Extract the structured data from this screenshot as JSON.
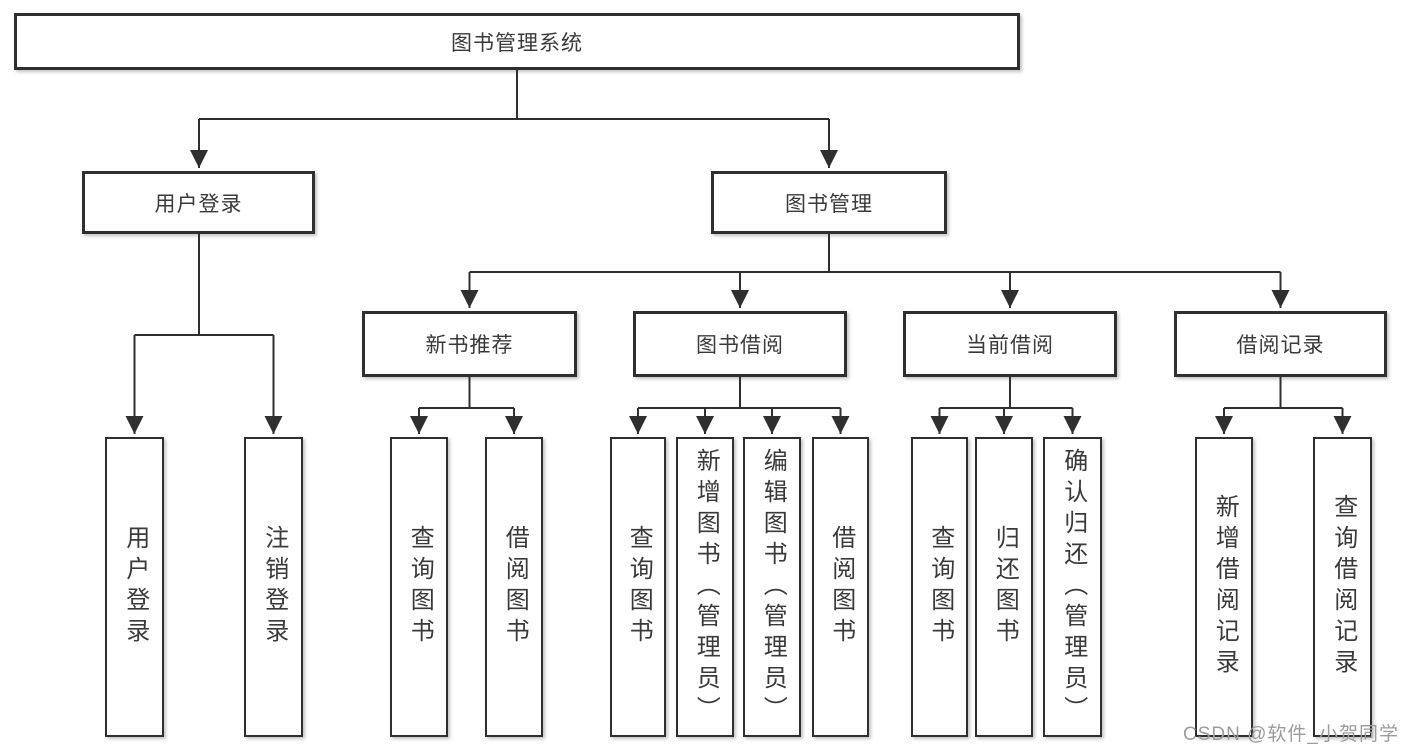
{
  "diagram": {
    "nodes": {
      "root": "图书管理系统",
      "user_login": "用户登录",
      "book_mgmt": "图书管理",
      "new_rec": "新书推荐",
      "book_borrow": "图书借阅",
      "current_borrow": "当前借阅",
      "borrow_records": "借阅记录",
      "leaf_user_login": "用户登录",
      "leaf_logout": "注销登录",
      "leaf_rec_query": "查询图书",
      "leaf_rec_borrow": "借阅图书",
      "leaf_bor_query": "查询图书",
      "leaf_bor_add": "新增图书（管理员）",
      "leaf_bor_edit": "编辑图书（管理员）",
      "leaf_bor_borrow": "借阅图书",
      "leaf_cur_query": "查询图书",
      "leaf_cur_return": "归还图书",
      "leaf_cur_confirm": "确认归还（管理员）",
      "leaf_recd_add": "新增借阅记录",
      "leaf_recd_query": "查询借阅记录"
    },
    "watermark": "CSDN @软件_小贺同学",
    "colors": {
      "line": "#2f2f2f",
      "text": "#3a3a3a",
      "watermark": "#9c9c9c",
      "background": "#ffffff"
    }
  }
}
